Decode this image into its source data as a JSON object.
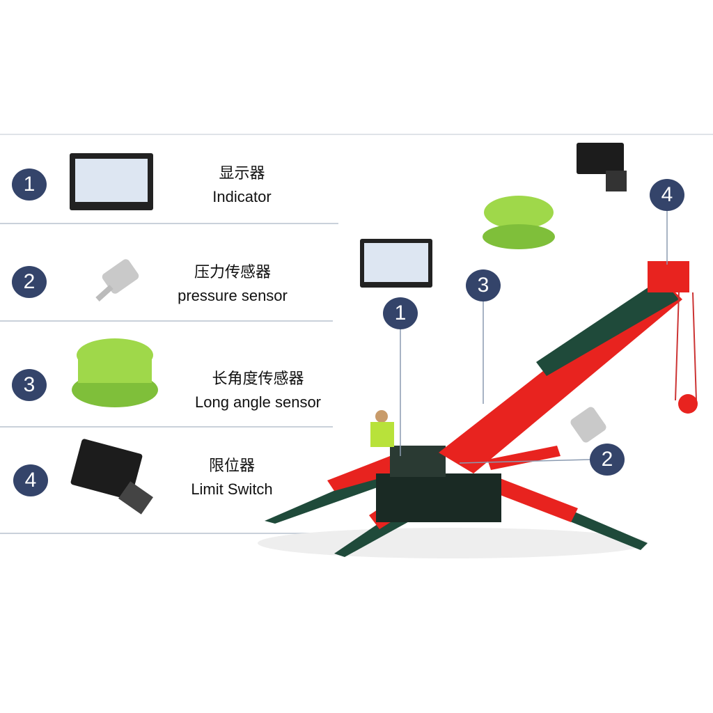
{
  "components": [
    {
      "number": "1",
      "name_cn": "显示器",
      "name_en": "Indicator",
      "icon": "display-indicator"
    },
    {
      "number": "2",
      "name_cn": "压力传感器",
      "name_en": "pressure sensor",
      "icon": "pressure-sensor"
    },
    {
      "number": "3",
      "name_cn": "长角度传感器",
      "name_en": "Long angle sensor",
      "icon": "length-angle-sensor-reel"
    },
    {
      "number": "4",
      "name_cn": "限位器",
      "name_en": "Limit Switch",
      "icon": "limit-switch"
    }
  ],
  "crane_callouts": [
    "1",
    "3",
    "4",
    "2"
  ],
  "colors": {
    "badge": "#34446a",
    "crane_red": "#e8231f",
    "boom_green": "#1f4a3a",
    "sensor_green": "#9fd84a"
  }
}
